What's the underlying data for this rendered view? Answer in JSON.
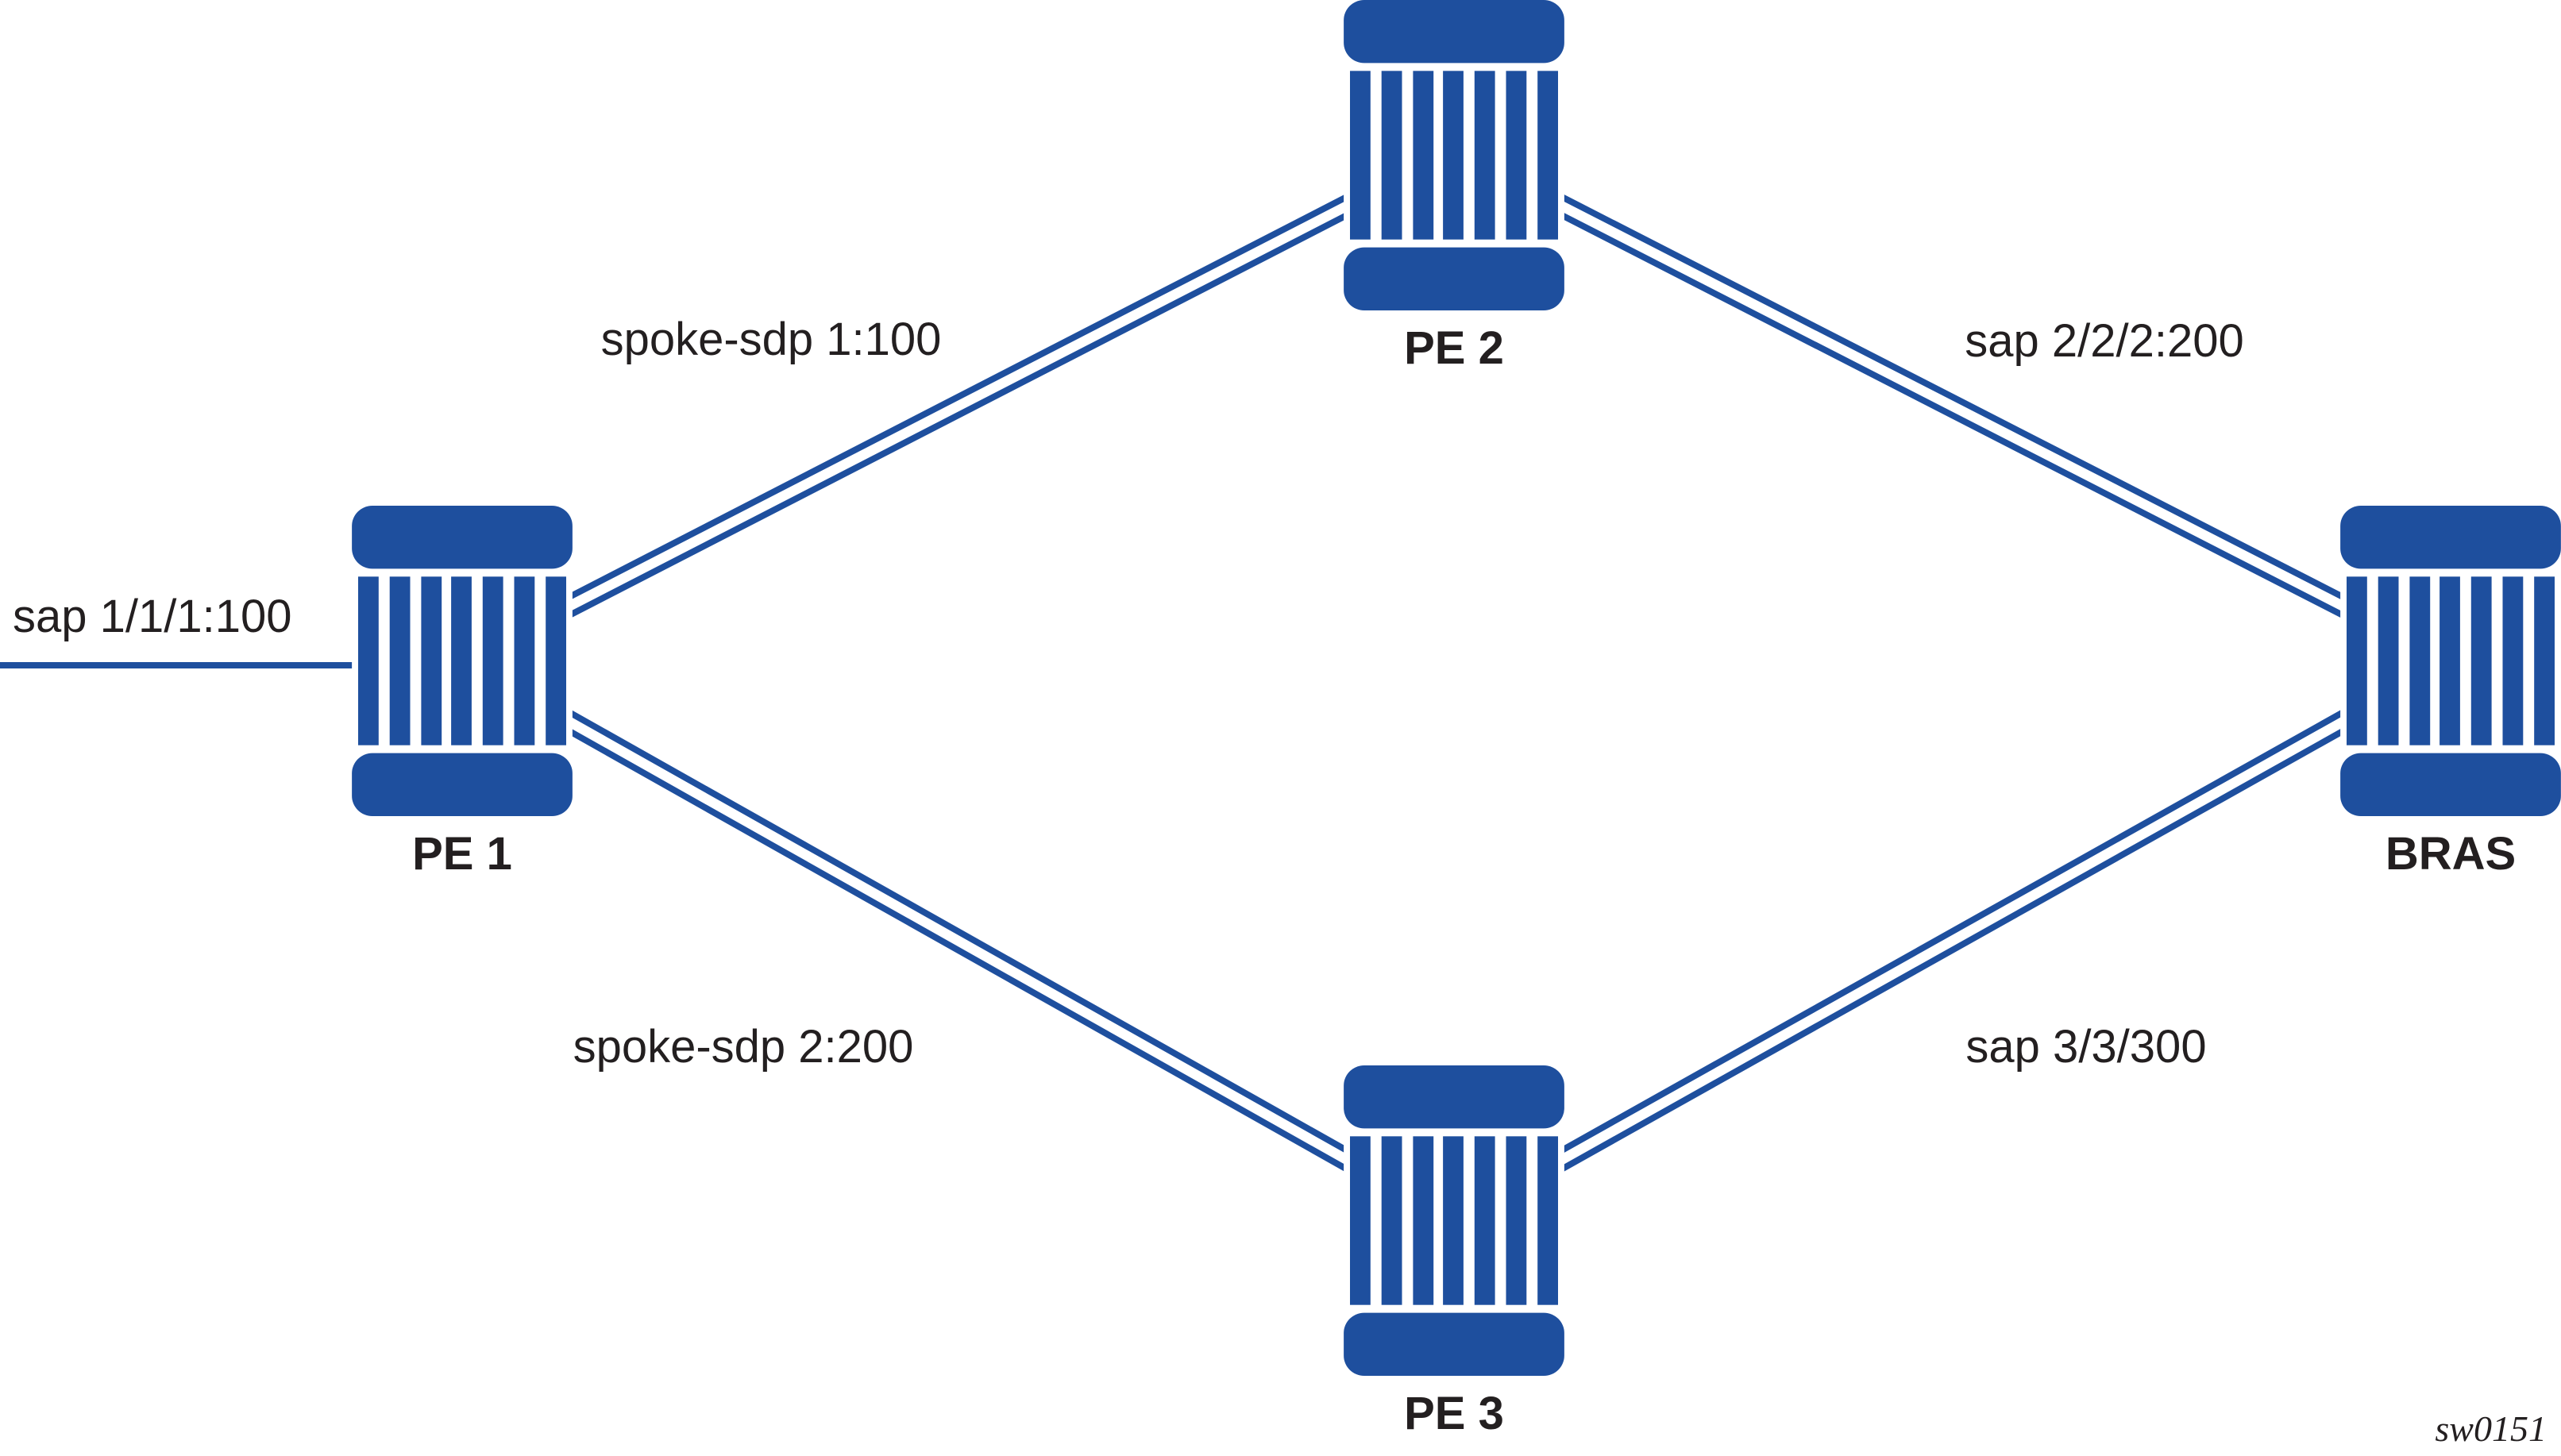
{
  "diagram": {
    "type": "network-topology",
    "nodes": [
      {
        "id": "pe1",
        "label": "PE 1",
        "icon": "router-icon"
      },
      {
        "id": "pe2",
        "label": "PE 2",
        "icon": "router-icon"
      },
      {
        "id": "pe3",
        "label": "PE 3",
        "icon": "router-icon"
      },
      {
        "id": "bras",
        "label": "BRAS",
        "icon": "router-icon"
      }
    ],
    "links": [
      {
        "id": "access-sap",
        "label": "sap 1/1/1:100",
        "from": "external",
        "to": "PE 1",
        "style": "single-line"
      },
      {
        "id": "pe1-pe2",
        "label": "spoke-sdp 1:100",
        "from": "PE 1",
        "to": "PE 2",
        "style": "double-line"
      },
      {
        "id": "pe2-bras",
        "label": "sap 2/2/2:200",
        "from": "PE 2",
        "to": "BRAS",
        "style": "double-line"
      },
      {
        "id": "pe1-pe3",
        "label": "spoke-sdp 2:200",
        "from": "PE 1",
        "to": "PE 3",
        "style": "double-line"
      },
      {
        "id": "pe3-bras",
        "label": "sap 3/3/300",
        "from": "PE 3",
        "to": "BRAS",
        "style": "double-line"
      }
    ],
    "watermark": "sw0151",
    "colors": {
      "node": "#1e4f9e",
      "link": "#1e4f9e",
      "text": "#231f20",
      "background": "#ffffff"
    }
  }
}
